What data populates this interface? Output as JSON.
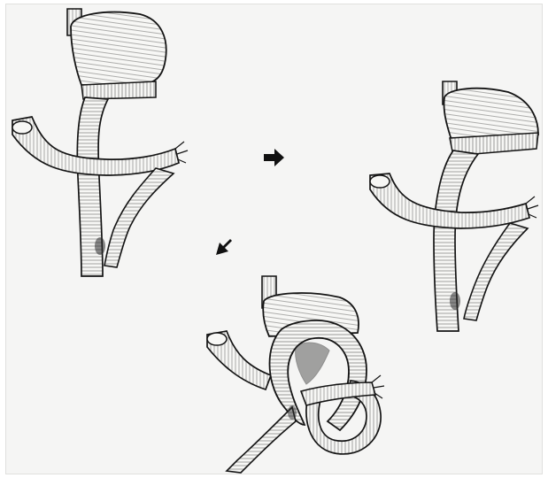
{
  "figure": {
    "panels": [
      "stage-1",
      "stage-2",
      "stage-3"
    ],
    "colors": {
      "ink": "#141414",
      "paper": "#f5f5f4",
      "tissue": "#f7f7f5",
      "arrow": "#111111"
    },
    "icons": [
      "arrow-right-icon",
      "arrow-down-left-icon"
    ]
  }
}
